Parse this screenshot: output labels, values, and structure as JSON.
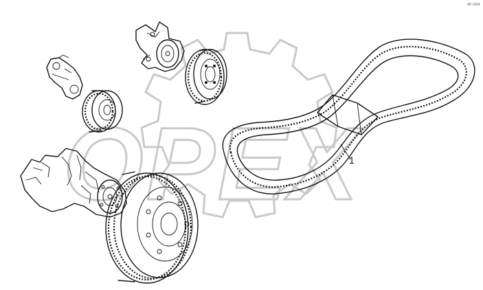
{
  "diagram": {
    "callouts": [
      {
        "id": "belt",
        "label": "1"
      }
    ],
    "corner_code": "dP 1004"
  },
  "watermark": {
    "text": "OPEX"
  }
}
